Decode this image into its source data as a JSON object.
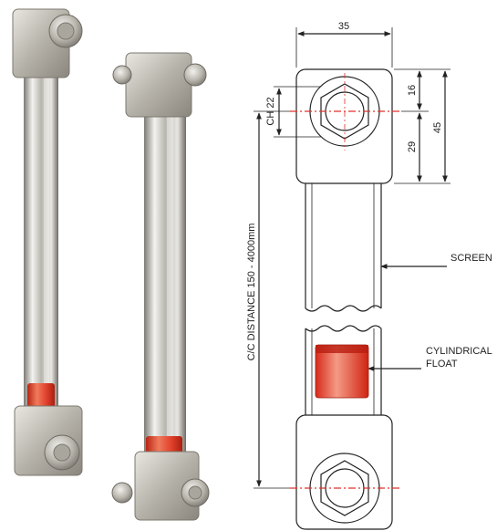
{
  "dimensions": {
    "width_top": "35",
    "ch": "CH 22",
    "upper_height": "16",
    "lower_height": "29",
    "block_height": "45",
    "cc_distance": "C/C DISTANCE 150 - 4000mm"
  },
  "labels": {
    "screen": "SCREEN",
    "float_line1": "CYLINDRICAL",
    "float_line2": "FLOAT"
  },
  "colors": {
    "metal_light": "#e6e4de",
    "metal_mid": "#b9b6ae",
    "metal_dark": "#8a867e",
    "float_red": "#e0402b",
    "centerline_red": "#e0302b"
  }
}
